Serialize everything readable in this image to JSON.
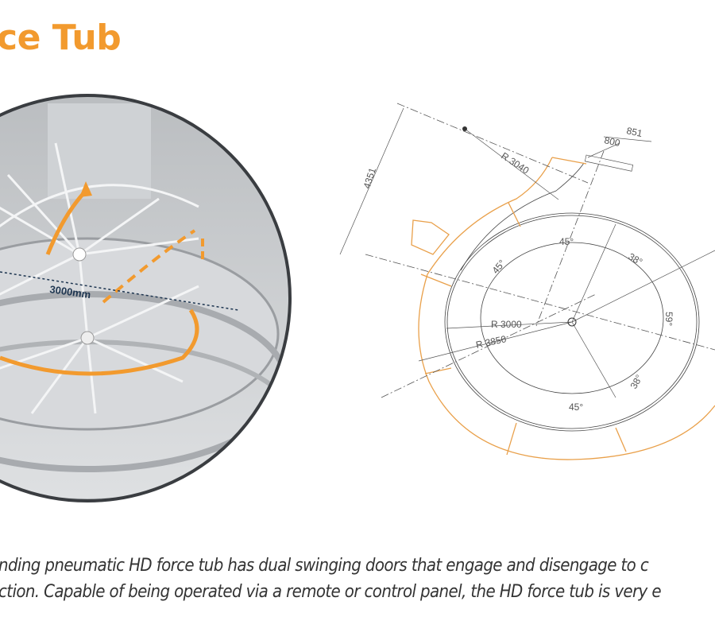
{
  "header": {
    "title": "ce Tub"
  },
  "photo": {
    "dimension_label": "3000mm",
    "accent_color": "#f29a2e"
  },
  "drawing": {
    "labels": {
      "d4351": "4351",
      "r3040": "R 3040",
      "d800": "800",
      "d851": "851",
      "r3000": "R 3000",
      "r3850": "R 3850",
      "a45_top": "45°",
      "a45_left": "45°",
      "a38_top": "38°",
      "a59": "59°",
      "a38_bottom": "38°",
      "a45_bottom": "45°"
    },
    "outline_color": "#e9a04a"
  },
  "description": {
    "line1": "nding pneumatic HD force tub has dual swinging doors that engage and disengage to c",
    "line2": "ction. Capable of being operated via a remote or control panel, the HD force tub is very e"
  }
}
